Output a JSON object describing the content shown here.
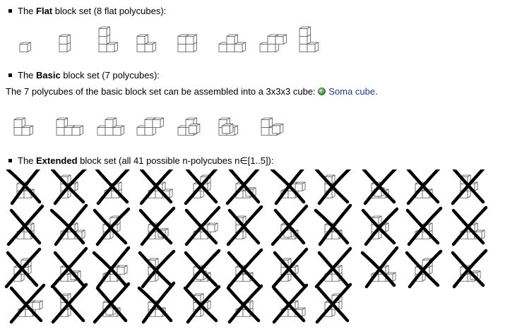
{
  "flat": {
    "bullet_pre": "The ",
    "bullet_bold": "Flat",
    "bullet_post": " block set (8 flat polycubes):",
    "shapes": [
      "monocube",
      "dicube",
      "L-tricube",
      "L-tetracube",
      "square-tetracube",
      "T-tetracube",
      "S-tetracube",
      "L-tetracube-2"
    ]
  },
  "basic": {
    "bullet_pre": "The ",
    "bullet_bold": "Basic",
    "bullet_post": " block set (7 polycubes):",
    "desc": "The 7 polycubes of the basic block set can be assembled into a 3x3x3 cube: ",
    "link_icon": "globe-icon",
    "link_text": "Soma cube",
    "link_after": ".",
    "shapes": [
      "V",
      "L",
      "T",
      "Z",
      "A",
      "B",
      "P"
    ]
  },
  "extended": {
    "bullet_pre": "The ",
    "bullet_bold": "Extended",
    "bullet_post": " block set (all 41 possible n-polycubes n∈[1..5]):",
    "rows": [
      11,
      11,
      11,
      8
    ],
    "item_state": "crossed-out"
  }
}
